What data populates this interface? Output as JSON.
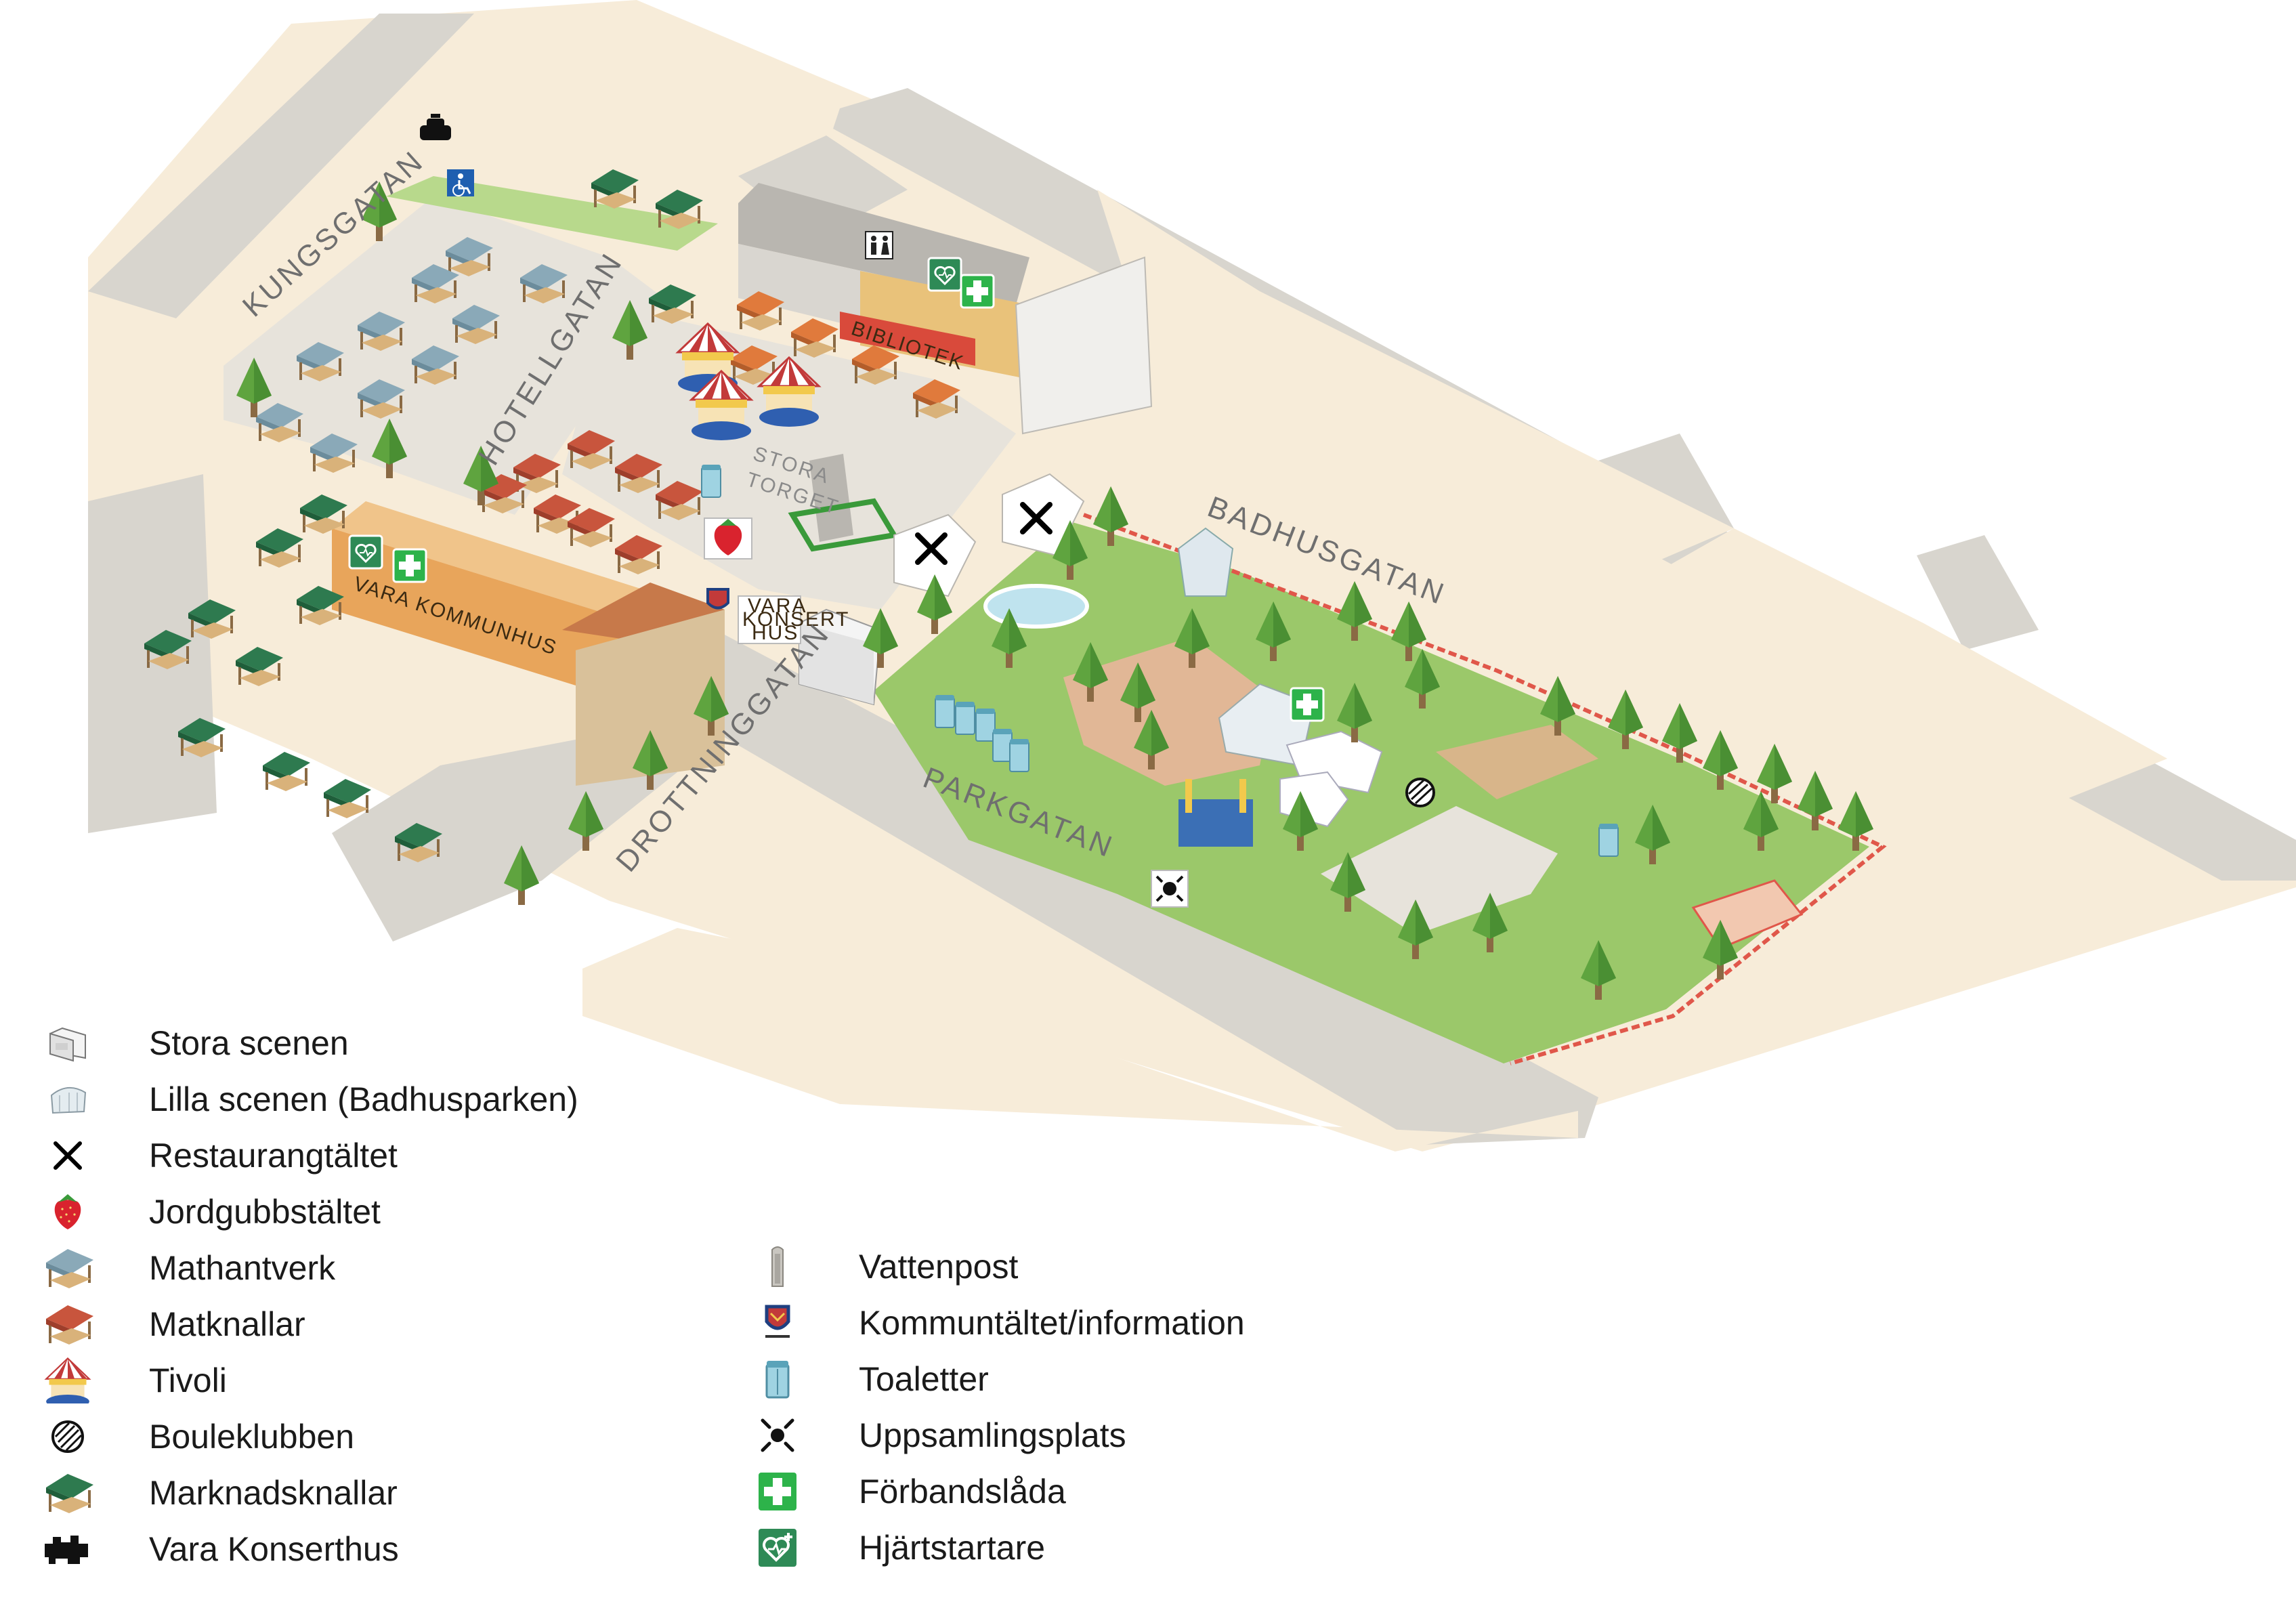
{
  "streets": {
    "kungsgatan": "KUNGSGATAN",
    "hotellgatan": "HOTELLGATAN",
    "badhusgatan": "BADHUSGATAN",
    "parkgatan": "PARKGATAN",
    "drottninggatan": "DROTTNINGGATAN"
  },
  "places": {
    "stora_torget_1": "STORA",
    "stora_torget_2": "TORGET",
    "bibliotek": "BIBLIOTEK",
    "kommunhus": "VARA KOMMUNHUS",
    "konserthus_1": "VARA",
    "konserthus_2": "KONSERT",
    "konserthus_3": "HUS"
  },
  "legend_left": [
    {
      "icon": "stage-icon",
      "label": "Stora scenen"
    },
    {
      "icon": "small-stage-icon",
      "label": "Lilla scenen (Badhusparken)"
    },
    {
      "icon": "cutlery-icon",
      "label": "Restaurangtältet"
    },
    {
      "icon": "strawberry-icon",
      "label": "Jordgubbstältet"
    },
    {
      "icon": "blue-stall-icon",
      "label": "Mathantverk"
    },
    {
      "icon": "red-stall-icon",
      "label": "Matknallar"
    },
    {
      "icon": "carousel-icon",
      "label": "Tivoli"
    },
    {
      "icon": "boule-icon",
      "label": "Bouleklubben"
    },
    {
      "icon": "green-stall-icon",
      "label": "Marknadsknallar"
    },
    {
      "icon": "concert-hall-icon",
      "label": "Vara Konserthus"
    }
  ],
  "legend_right": [
    {
      "icon": "water-post-icon",
      "label": "Vattenpost"
    },
    {
      "icon": "municipality-shield-icon",
      "label": "Kommuntältet/information"
    },
    {
      "icon": "toilet-icon",
      "label": "Toaletter"
    },
    {
      "icon": "assembly-point-icon",
      "label": "Uppsamlingsplats"
    },
    {
      "icon": "first-aid-icon",
      "label": "Förbandslåda"
    },
    {
      "icon": "defibrillator-icon",
      "label": "Hjärtstartare"
    }
  ],
  "colors": {
    "ground": "#f7ecd9",
    "road": "#d8d5ce",
    "sidewalk": "#e7e3db",
    "grass": "#9bc86a",
    "tree": "#5fa43f",
    "blue_stall": "#8aa9b8",
    "red_stall": "#c8553d",
    "green_stall": "#2e7a4f",
    "first_aid": "#2db34a",
    "fence": "#e0574a",
    "kommunhus": "#e8a55b"
  }
}
